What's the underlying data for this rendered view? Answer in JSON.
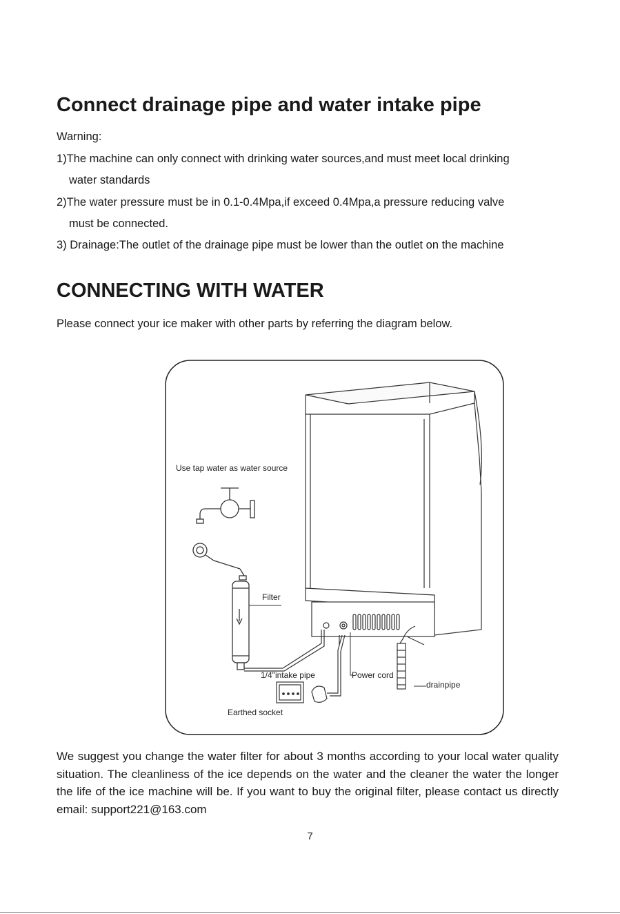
{
  "section1": {
    "title": "Connect drainage pipe and water intake pipe",
    "warning_label": "Warning:",
    "items": [
      "1)The machine can only connect with drinking water sources,and must meet local drinking",
      "water standards",
      "2)The water pressure must be in 0.1-0.4Mpa,if exceed 0.4Mpa,a pressure reducing valve",
      "must be connected.",
      "3) Drainage:The  outlet of the drainage pipe must be lower than the outlet on the machine"
    ]
  },
  "section2": {
    "title": "CONNECTING WITH WATER",
    "intro": "Please connect your ice maker with other parts by referring the diagram below."
  },
  "diagram": {
    "labels": {
      "water_source": "Use tap water as water source",
      "filter": "Filter",
      "intake_pipe": "1/4\"intake pipe",
      "power_cord": "Power cord",
      "drainpipe": "drainpipe",
      "socket": "Earthed socket"
    }
  },
  "footer_paragraph": "We suggest you change the water filter for about 3 months according to your local water quality situation. The cleanliness of the ice depends on the water and the cleaner the water the longer the life of the ice machine will be. If you want to buy the original filter, please contact us directly email: support221@163.com",
  "page_number": "7"
}
